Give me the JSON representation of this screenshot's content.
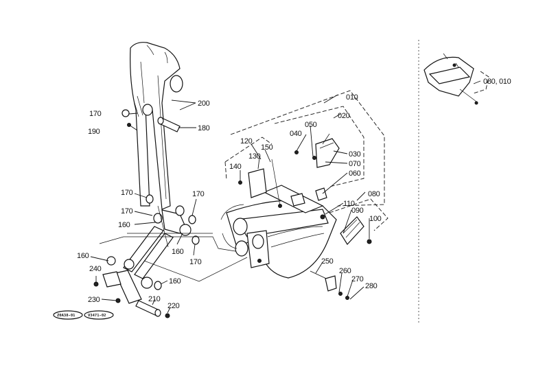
{
  "callouts": [
    {
      "id": "c010",
      "text": "010"
    },
    {
      "id": "c020",
      "text": "020"
    },
    {
      "id": "c030",
      "text": "030"
    },
    {
      "id": "c040",
      "text": "040"
    },
    {
      "id": "c050",
      "text": "050"
    },
    {
      "id": "c060",
      "text": "060"
    },
    {
      "id": "c070",
      "text": "070"
    },
    {
      "id": "c080",
      "text": "080"
    },
    {
      "id": "c090",
      "text": "090"
    },
    {
      "id": "c100",
      "text": "100"
    },
    {
      "id": "c110",
      "text": "110"
    },
    {
      "id": "c120",
      "text": "120"
    },
    {
      "id": "c130",
      "text": "130"
    },
    {
      "id": "c140",
      "text": "140"
    },
    {
      "id": "c150",
      "text": "150"
    },
    {
      "id": "c160a",
      "text": "160"
    },
    {
      "id": "c160b",
      "text": "160"
    },
    {
      "id": "c160c",
      "text": "160"
    },
    {
      "id": "c160d",
      "text": "160"
    },
    {
      "id": "c170a",
      "text": "170"
    },
    {
      "id": "c170b",
      "text": "170"
    },
    {
      "id": "c170c",
      "text": "170"
    },
    {
      "id": "c170d",
      "text": "170"
    },
    {
      "id": "c170e",
      "text": "170"
    },
    {
      "id": "c180",
      "text": "180"
    },
    {
      "id": "c190",
      "text": "190"
    },
    {
      "id": "c200",
      "text": "200"
    },
    {
      "id": "c210",
      "text": "210"
    },
    {
      "id": "c220",
      "text": "220"
    },
    {
      "id": "c230",
      "text": "230"
    },
    {
      "id": "c240",
      "text": "240"
    },
    {
      "id": "c250",
      "text": "250"
    },
    {
      "id": "c260",
      "text": "260"
    },
    {
      "id": "c270",
      "text": "270"
    },
    {
      "id": "c280",
      "text": "280"
    },
    {
      "id": "c080010",
      "text": "080, 010"
    }
  ],
  "codes": [
    {
      "id": "code1",
      "text": "Z0A38-01"
    },
    {
      "id": "code2",
      "text": "V3471-02"
    }
  ]
}
